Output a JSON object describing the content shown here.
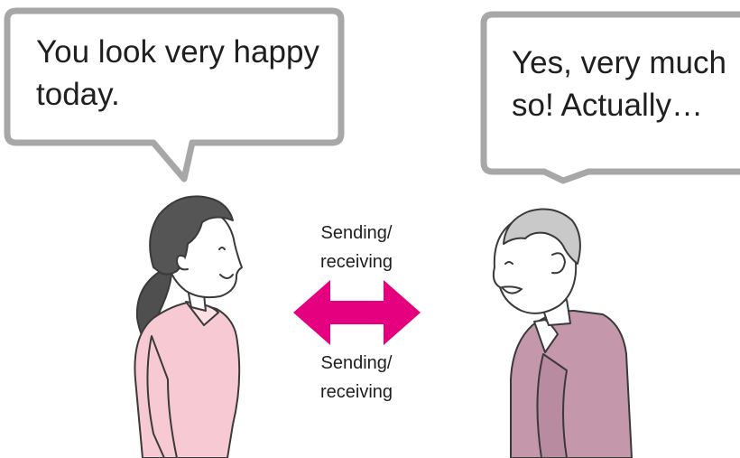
{
  "speech_bubbles": {
    "left": {
      "lines": [
        "You look very happy",
        "today."
      ]
    },
    "right": {
      "lines": [
        "Yes, very much",
        "so! Actually…"
      ]
    }
  },
  "exchange": {
    "top_label": [
      "Sending/",
      "receiving"
    ],
    "bottom_label": [
      "Sending/",
      "receiving"
    ],
    "arrow_color": "#e5007f",
    "arrow_icon": "double-headed-arrow-icon"
  },
  "people": {
    "left": {
      "role": "caregiver",
      "shirt_color": "#f6c9d3"
    },
    "right": {
      "role": "elderly-man",
      "vest_color": "#c597ab",
      "hair_color": "#c9c9c9"
    }
  },
  "colors": {
    "bubble_border": "#a7a7a7",
    "line_art": "#3a3a3a",
    "skin": "#ffffff"
  }
}
